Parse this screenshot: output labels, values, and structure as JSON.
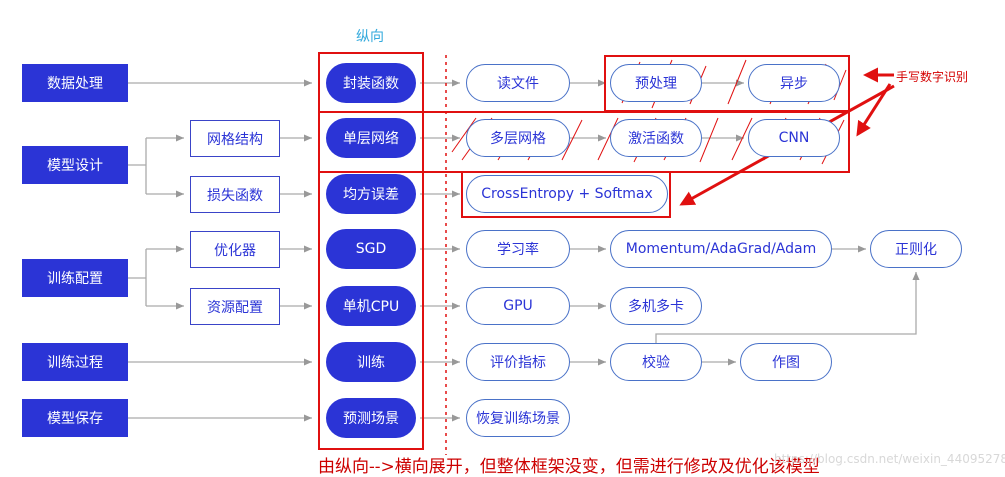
{
  "column_title": "纵向",
  "annotation": "手写数字识别",
  "caption": "由纵向-->横向展开，但整体框架没变，但需进行修改及优化该模型",
  "watermark": "https://blog.csdn.net/weixin_44095278",
  "categories": [
    "数据处理",
    "模型设计",
    "训练配置",
    "训练过程",
    "模型保存"
  ],
  "subcategories": [
    "网格结构",
    "损失函数",
    "优化器",
    "资源配置"
  ],
  "main_column": [
    "封装函数",
    "单层网络",
    "均方误差",
    "SGD",
    "单机CPU",
    "训练",
    "预测场景"
  ],
  "row_items": {
    "row1": [
      "读文件",
      "预处理",
      "异步"
    ],
    "row2": [
      "多层网格",
      "激活函数",
      "CNN"
    ],
    "row3": [
      "CrossEntropy + Softmax"
    ],
    "row4": [
      "学习率",
      "Momentum/AdaGrad/Adam",
      "正则化"
    ],
    "row5": [
      "GPU",
      "多机多卡"
    ],
    "row6": [
      "评价指标",
      "校验",
      "作图"
    ],
    "row7": [
      "恢复训练场景"
    ]
  },
  "colors": {
    "primary": "#2b34d6",
    "outline": "#4a72c8",
    "highlight": "#e01010",
    "title": "#33aadd"
  }
}
